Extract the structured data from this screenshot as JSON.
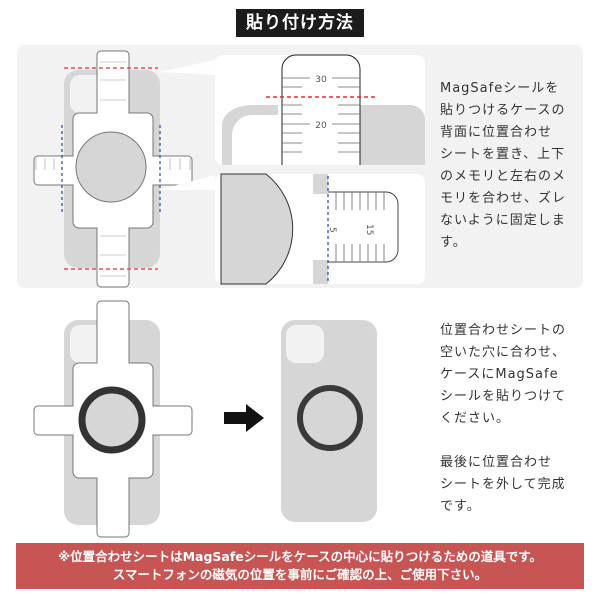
{
  "header": {
    "title": "貼り付け方法"
  },
  "step1": {
    "description": "MagSafeシールを\n貼りつけるケースの\n背面に位置合わせ\nシートを置き、上下\nのメモリと左右のメ\nモリを合わせ、ズレ\nないように固定しま\nす。",
    "zoom_top_labels": [
      "30",
      "20"
    ],
    "zoom_side_labels": [
      "5",
      "15"
    ]
  },
  "step2": {
    "description": "位置合わせシートの\n空いた穴に合わせ、\nケースにMagSafe\nシールを貼りつけて\nください。\n\n最後に位置合わせ\nシートを外して完成\nです。"
  },
  "notice": {
    "line1": "※位置合わせシートはMagSafeシールをケースの中心に貼りつけるための道具です。",
    "line2": "スマートフォンの磁気の位置を事前にご確認の上、ご使用下さい。"
  },
  "colors": {
    "panel_bg": "#f2f2f2",
    "case_gray": "#d6d6d6",
    "guide_red": "#e03030",
    "guide_blue": "#2040c0",
    "ring_dark": "#3a3a3a",
    "notice_bg": "#c75553"
  },
  "icons": [
    "arrow-right-icon"
  ]
}
